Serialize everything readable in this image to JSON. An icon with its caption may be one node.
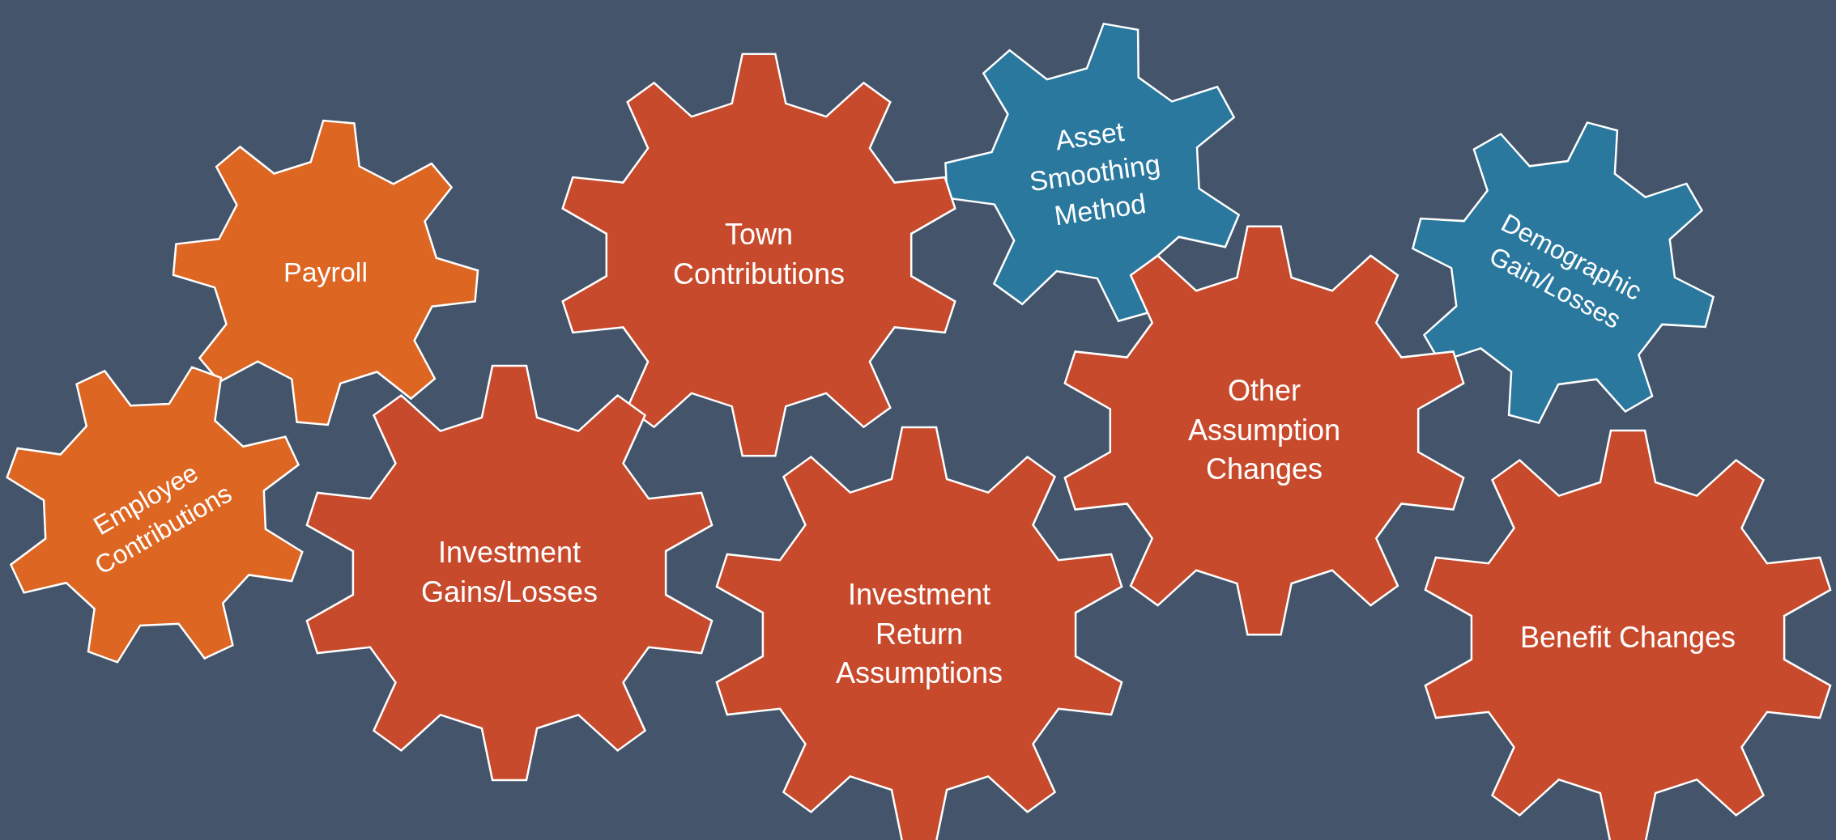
{
  "diagram": {
    "nodes": [
      {
        "text": [
          "Asset Smoothing Method"
        ]
      },
      {
        "text": [
          "Town Contributions"
        ]
      },
      {
        "text": [
          "Payroll"
        ]
      },
      {
        "text": [
          "Demographic Gain/Losses"
        ]
      },
      {
        "text": [
          "Other Assumption Changes"
        ]
      },
      {
        "text": [
          "Employee Contributions"
        ]
      },
      {
        "text": [
          "Investment Gains/Losses"
        ]
      },
      {
        "text": [
          "Investment Return Assumptions"
        ]
      },
      {
        "text": [
          "Benefit Changes"
        ]
      }
    ]
  }
}
